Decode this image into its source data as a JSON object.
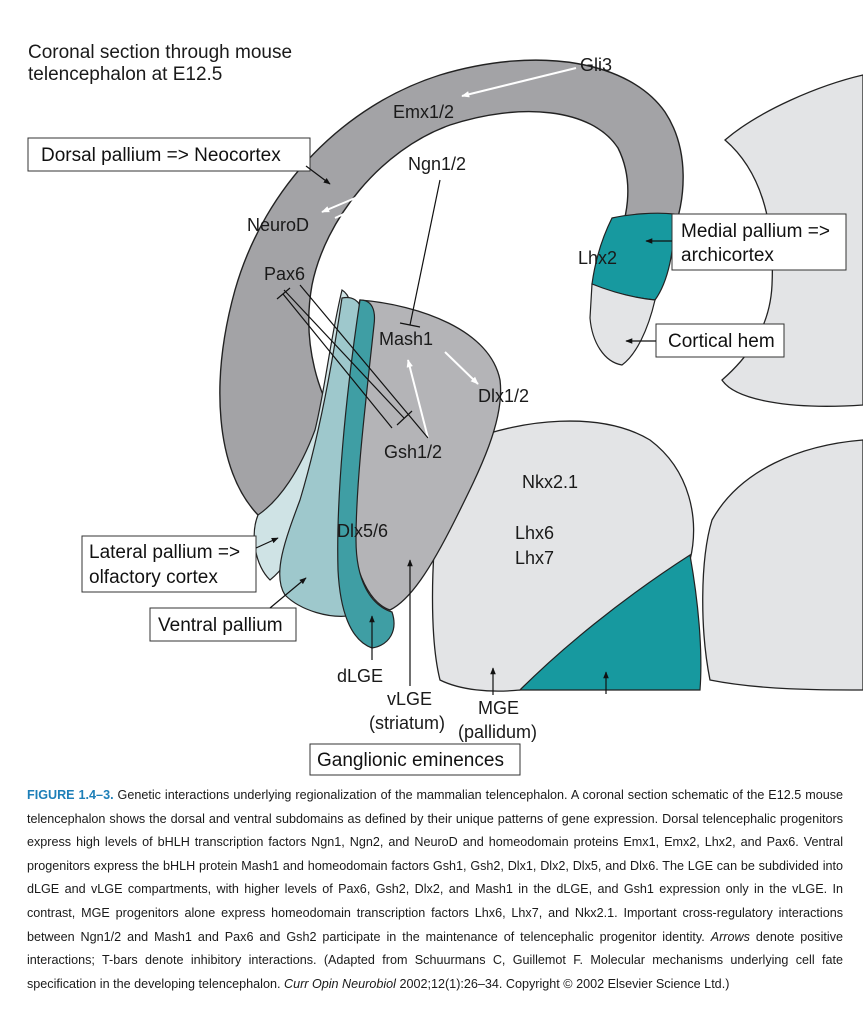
{
  "diagram": {
    "title_line1": "Coronal section through mouse",
    "title_line2": "telencephalon at E12.5",
    "genes": {
      "gli3": "Gli3",
      "emx": "Emx1/2",
      "ngn": "Ngn1/2",
      "neurod": "NeuroD",
      "pax6": "Pax6",
      "lhx2": "Lhx2",
      "mash1": "Mash1",
      "dlx12": "Dlx1/2",
      "gsh": "Gsh1/2",
      "nkx": "Nkx2.1",
      "lhx6": "Lhx6",
      "lhx7": "Lhx7",
      "dlx56": "Dlx5/6"
    },
    "boxes": {
      "dorsal": "Dorsal pallium => Neocortex",
      "medial_1": "Medial pallium =>",
      "medial_2": "archicortex",
      "hem": "Cortical hem",
      "lateral_1": "Lateral pallium =>",
      "lateral_2": "olfactory cortex",
      "ventral": "Ventral pallium",
      "ganglionic": "Ganglionic eminences"
    },
    "regions": {
      "dlge": "dLGE",
      "vlge_1": "vLGE",
      "vlge_2": "(striatum)",
      "mge_1": "MGE",
      "mge_2": "(pallidum)"
    },
    "colors": {
      "dorsal_grey": "#a3a3a6",
      "lge_grey": "#b4b4b7",
      "pale": "#e3e4e6",
      "lateral_pallium": "#cfe3e5",
      "ventral_pallium": "#9ec8cc",
      "teal": "#17999f",
      "dlge_teal": "#3f9ea4",
      "caption_accent": "#1d7fb8"
    }
  },
  "caption": {
    "figure_label": "FIGURE 1.4–3.",
    "text_1": " Genetic interactions underlying regionalization of the mammalian telencephalon. A coronal section schematic of the E12.5 mouse telencephalon shows the dorsal and ventral subdomains as defined by their unique patterns of gene expression. Dorsal telencephalic progenitors express high levels of bHLH transcription factors Ngn1, Ngn2, and NeuroD and homeodomain proteins Emx1, Emx2, Lhx2, and Pax6. Ventral progenitors express the bHLH protein Mash1 and homeodomain factors Gsh1, Gsh2, Dlx1, Dlx2, Dlx5, and Dlx6. The LGE can be subdivided into dLGE and vLGE compartments, with higher levels of Pax6, Gsh2, Dlx2, and Mash1 in the dLGE, and Gsh1 expression only in the vLGE. In contrast, MGE progenitors alone express homeodomain transcription factors Lhx6, Lhx7, and Nkx2.1. Important cross-regulatory interactions between Ngn1/2 and Mash1 and Pax6 and Gsh2 participate in the maintenance of telencephalic progenitor identity. ",
    "arrows_em": "Arrows",
    "text_2": " denote positive interactions; T-bars denote inhibitory interactions. (Adapted from Schuurmans C, Guillemot F. Molecular mechanisms underlying cell fate specification in the developing telencephalon. ",
    "journal_em": "Curr Opin Neurobiol",
    "text_3": " 2002;12(1):26–34. Copyright © 2002 Elsevier Science Ltd.)"
  }
}
